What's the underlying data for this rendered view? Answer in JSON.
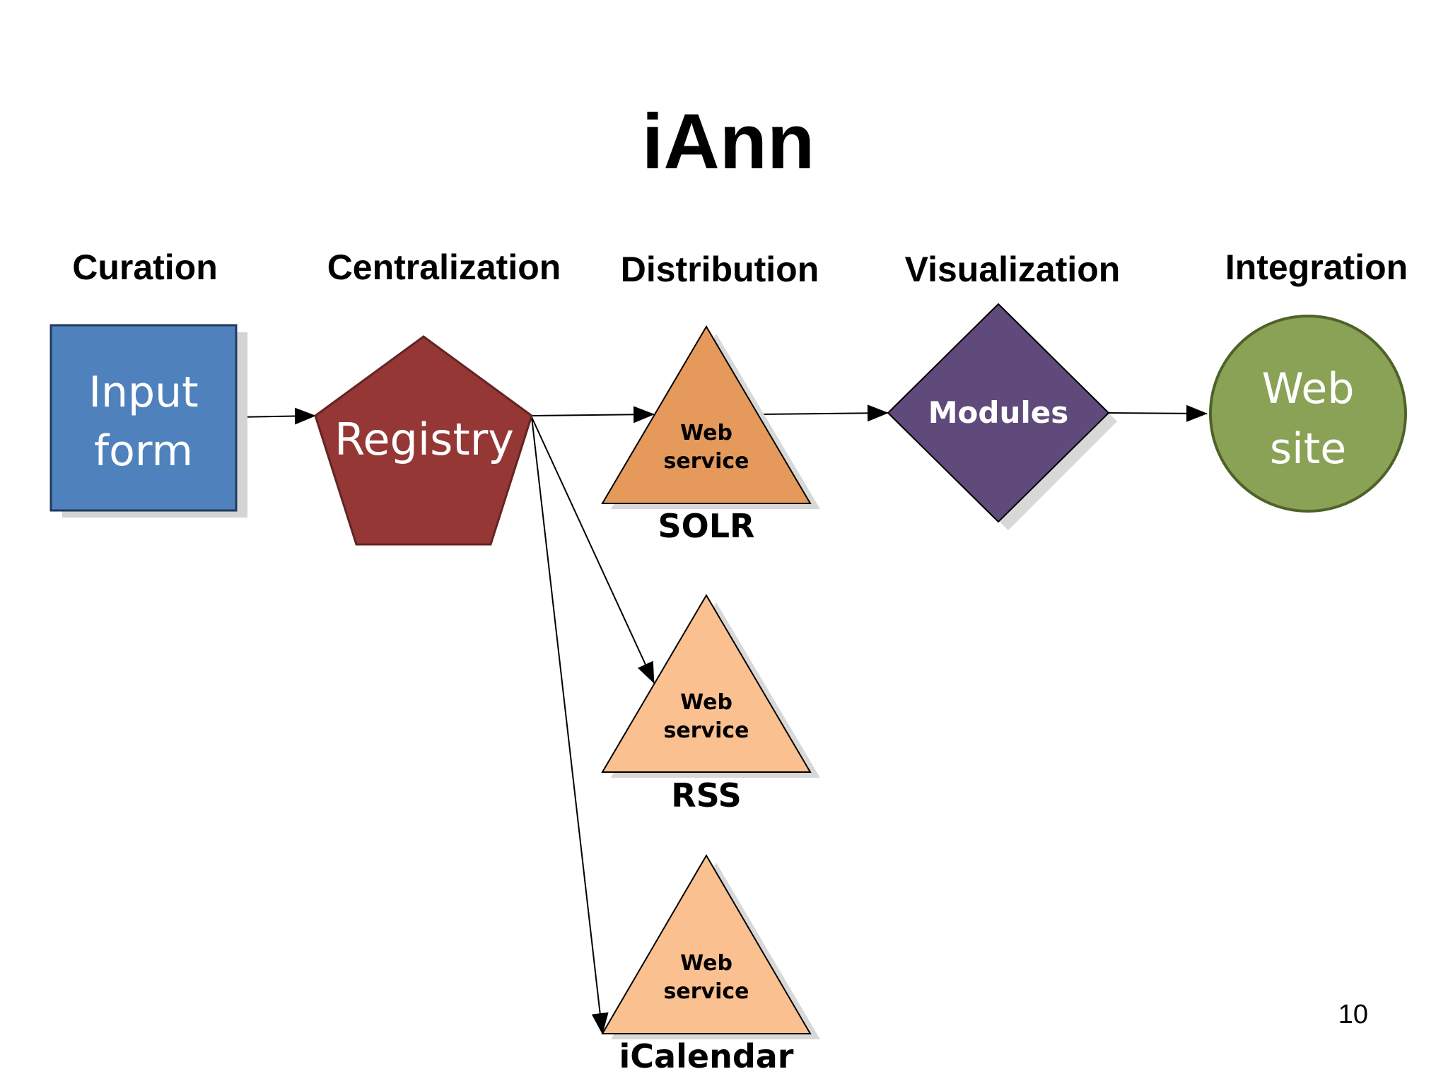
{
  "title": "iAnn",
  "stages": [
    "Curation",
    "Centralization",
    "Distribution",
    "Visualization",
    "Integration"
  ],
  "nodes": {
    "input_form": {
      "line1": "Input",
      "line2": "form",
      "fill": "#4f81bd"
    },
    "registry": {
      "label": "Registry",
      "fill": "#953735"
    },
    "solr": {
      "line1": "Web",
      "line2": "service",
      "caption": "SOLR",
      "fill": "#e59a5b"
    },
    "rss": {
      "line1": "Web",
      "line2": "service",
      "caption": "RSS",
      "fill": "#fac090"
    },
    "icalendar": {
      "line1": "Web",
      "line2": "service",
      "caption": "iCalendar",
      "fill": "#fac090"
    },
    "modules": {
      "label": "Modules",
      "fill": "#604a7b"
    },
    "web_site": {
      "line1": "Web",
      "line2": "site",
      "fill": "#8aa256"
    }
  },
  "page_number": "10"
}
